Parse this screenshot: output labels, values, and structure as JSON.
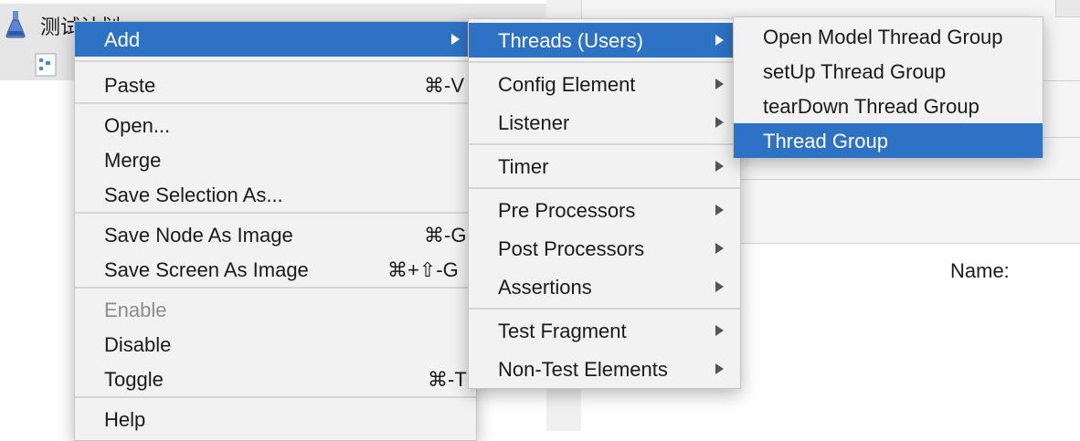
{
  "tree": {
    "root_label": "测试计划"
  },
  "right_pane": {
    "name_label": "Name:"
  },
  "context_menu": {
    "items": [
      {
        "label": "Add",
        "shortcut": "",
        "submenu": true,
        "highlighted": true
      },
      {
        "label": "Paste",
        "shortcut": "⌘-V"
      },
      {
        "label": "Open...",
        "shortcut": ""
      },
      {
        "label": "Merge",
        "shortcut": ""
      },
      {
        "label": "Save Selection As...",
        "shortcut": ""
      },
      {
        "label": "Save Node As Image",
        "shortcut": "⌘-G"
      },
      {
        "label": "Save Screen As Image",
        "shortcut": "⌘+⇧-G"
      },
      {
        "label": "Enable",
        "shortcut": "",
        "disabled": true
      },
      {
        "label": "Disable",
        "shortcut": ""
      },
      {
        "label": "Toggle",
        "shortcut": "⌘-T"
      },
      {
        "label": "Help",
        "shortcut": ""
      }
    ]
  },
  "add_submenu": {
    "items": [
      {
        "label": "Threads (Users)",
        "highlighted": true
      },
      {
        "label": "Config Element"
      },
      {
        "label": "Listener"
      },
      {
        "label": "Timer"
      },
      {
        "label": "Pre Processors"
      },
      {
        "label": "Post Processors"
      },
      {
        "label": "Assertions"
      },
      {
        "label": "Test Fragment"
      },
      {
        "label": "Non-Test Elements"
      }
    ]
  },
  "threads_submenu": {
    "items": [
      {
        "label": "Open Model Thread Group"
      },
      {
        "label": "setUp Thread Group"
      },
      {
        "label": "tearDown Thread Group"
      },
      {
        "label": "Thread Group",
        "highlighted": true
      }
    ]
  },
  "colors": {
    "highlight": "#2d72c5",
    "menu_bg": "#f2f2f2",
    "disabled_text": "#8c8c8c"
  }
}
